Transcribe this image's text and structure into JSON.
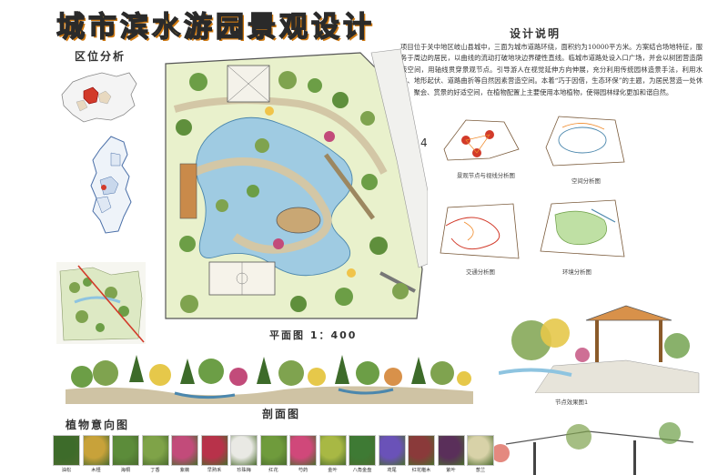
{
  "title": "城市滨水游园景观设计",
  "sections": {
    "location": "区位分析",
    "design_notes": "设计说明",
    "plan": "平面图",
    "section": "剖面图",
    "plants": "植物意向图"
  },
  "plan_scale": "平面图 1：400",
  "design_text": "项目位于关中地区岐山县城中，三面为城市道路环绕，面积约为10000平方米。方案结合场地特征，服务于周边的居民，以曲线的流动打破地块边界硬性直线。临城市道路处设入口广场，并会以树团营造荫蔽空间，用轴线贯穿景观节点。引导游人在视觉延伸方向伸展，充分利用传统园林造景手法，利用水体、地形起伏、道路曲折等自然因素营造空间。本着“巧于因借，生态环保”的主题，为居民营造一处休闲、聚会、赏景的好适空间，在植物配置上主要使用本地植物，使得园林绿化更加和谐自然。",
  "north": "4",
  "diagrams": [
    {
      "caption": "景观节点与视线分析图"
    },
    {
      "caption": "空间分析图"
    },
    {
      "caption": "交通分析图"
    },
    {
      "caption": "环境分析图"
    }
  ],
  "perspectives": [
    {
      "caption": "节点效果图1"
    }
  ],
  "plants": [
    {
      "label": "油松",
      "color": "#3d6b2a"
    },
    {
      "label": "木槿",
      "color": "#c8a23a"
    },
    {
      "label": "海桐",
      "color": "#5c8c3a"
    },
    {
      "label": "丁香",
      "color": "#7fa348"
    },
    {
      "label": "紫薇",
      "color": "#c24b7a"
    },
    {
      "label": "早熟禾",
      "color": "#b8324a"
    },
    {
      "label": "珍珠梅",
      "color": "#e9e9e4"
    },
    {
      "label": "红花",
      "color": "#6f9b3c"
    },
    {
      "label": "芍药",
      "color": "#d0487a"
    },
    {
      "label": "金叶",
      "color": "#a8b844"
    },
    {
      "label": "八角金盘",
      "color": "#3e7a34"
    },
    {
      "label": "鸢尾",
      "color": "#6a52b8"
    },
    {
      "label": "红花檵木",
      "color": "#8a3a3a"
    },
    {
      "label": "紫叶",
      "color": "#5a2f5a"
    },
    {
      "label": "葱兰",
      "color": "#d8d2a8"
    }
  ],
  "colors": {
    "title_fill": "#f2b233",
    "water": "#8ec4e0",
    "tree": "#6c9e46",
    "grass": "#d9e7a4",
    "accent_red": "#d23a2a"
  }
}
